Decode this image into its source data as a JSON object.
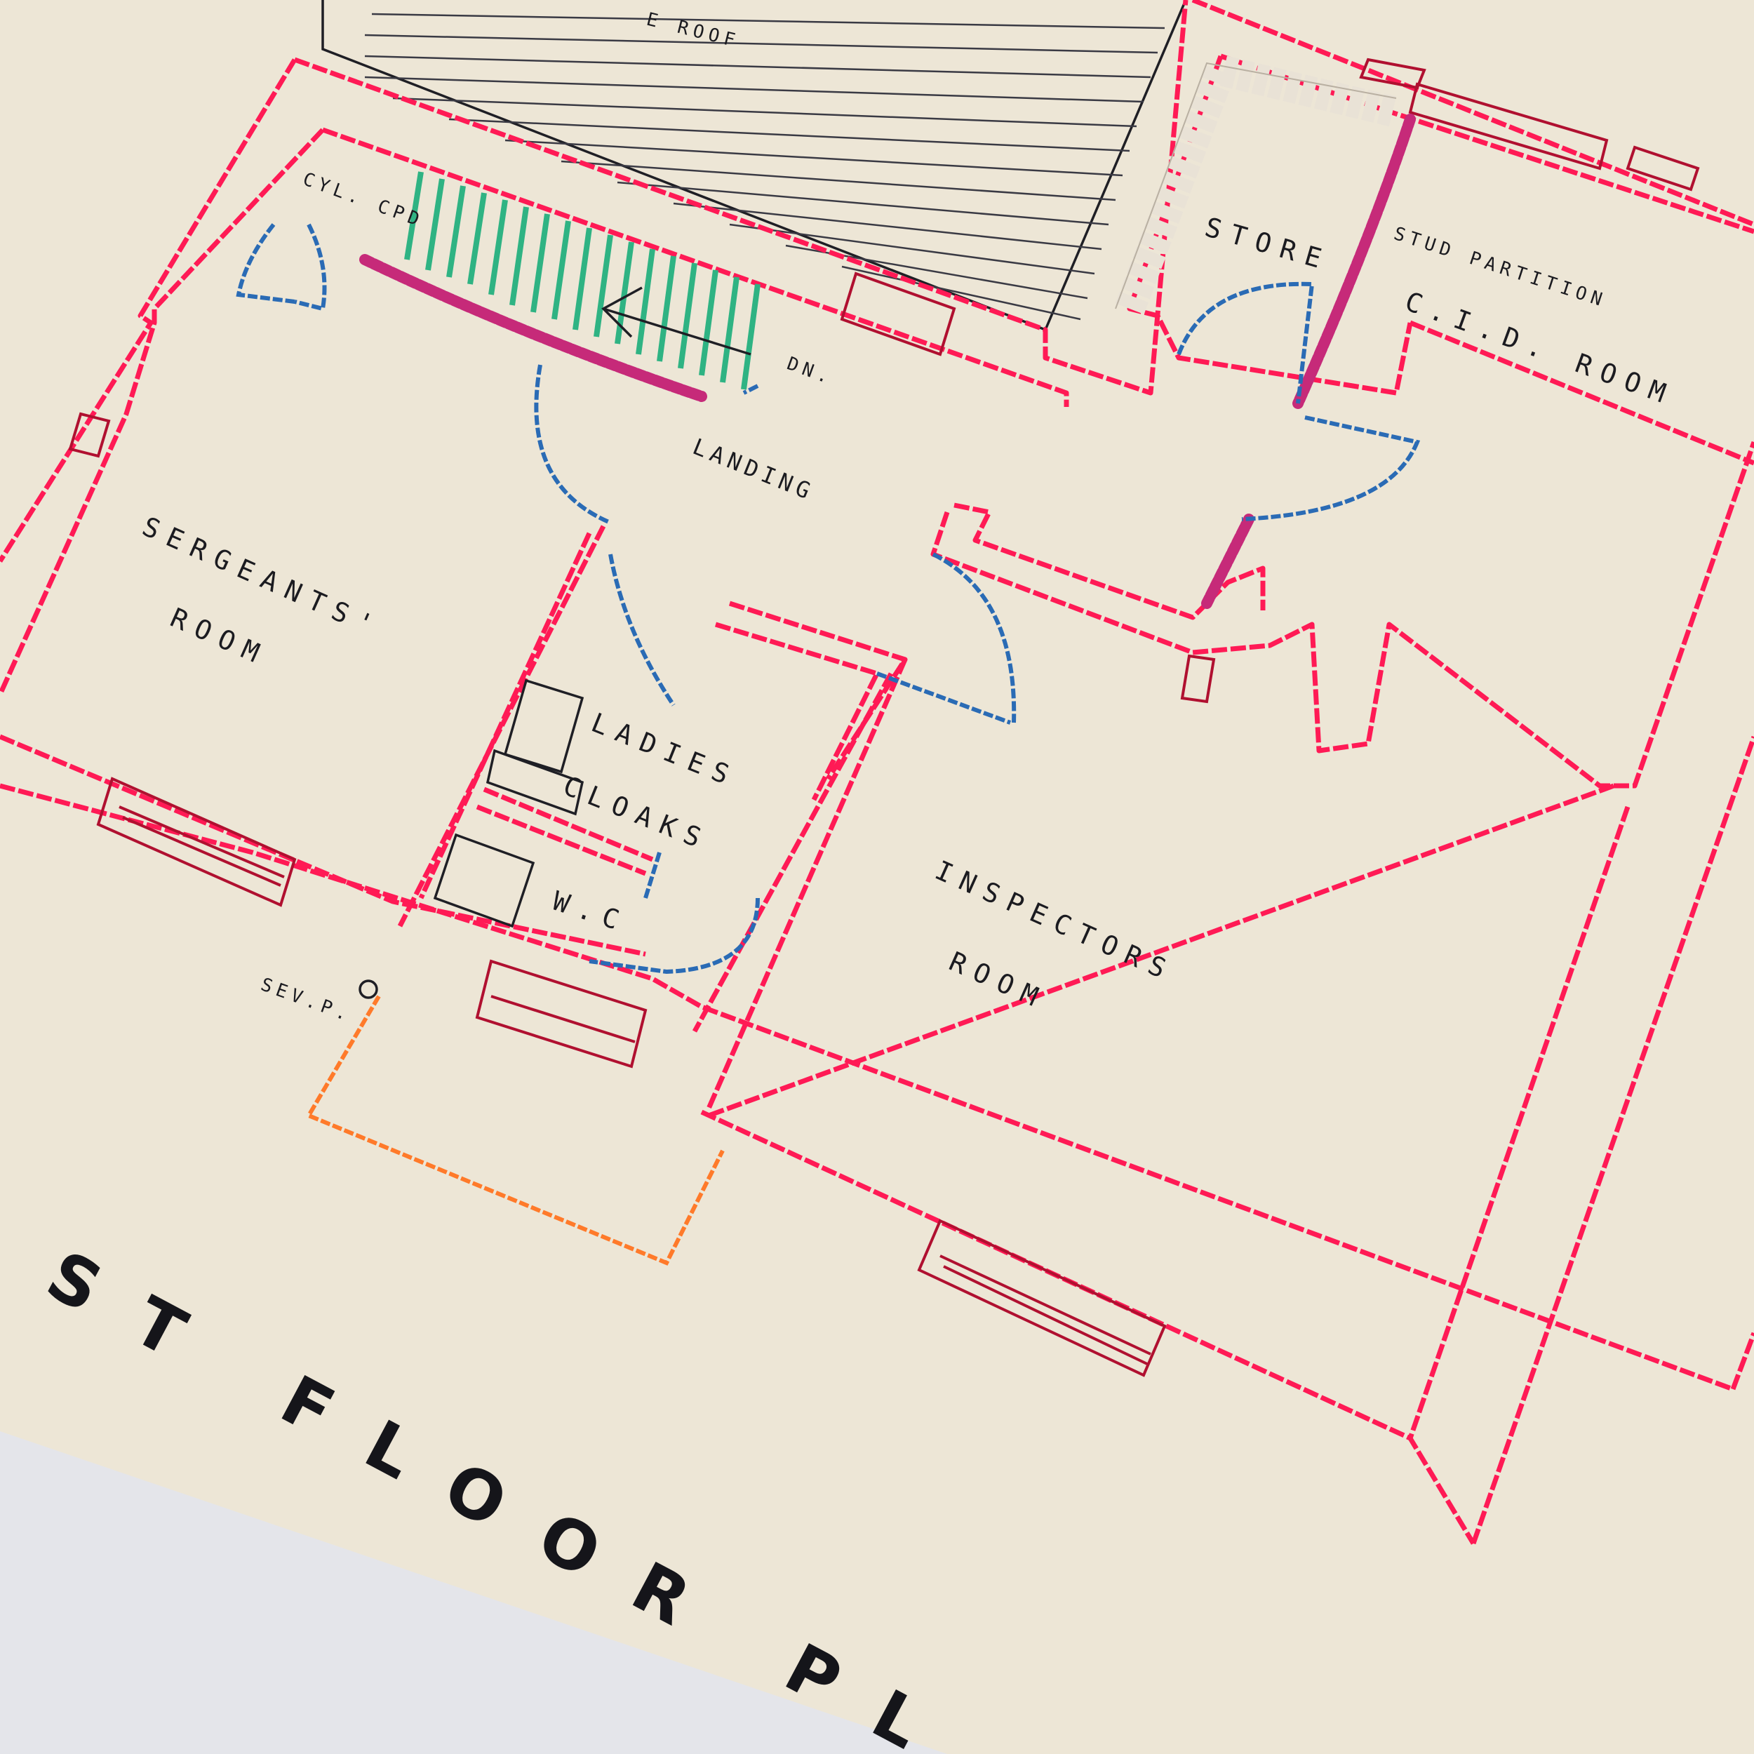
{
  "plan": {
    "title_fragment": "ST FLOOR PL",
    "partial_top_label": "E ROOF",
    "rooms": {
      "sergeants": [
        "SERGEANTS'",
        "ROOM"
      ],
      "inspectors": [
        "INSPECTORS",
        "ROOM"
      ],
      "cid": [
        "C.I.D. ROOM"
      ],
      "store": "STORE",
      "ladies": [
        "LADIES",
        "CLOAKS"
      ],
      "wc": "W.C",
      "landing": "LANDING"
    },
    "notes": {
      "cyl_cpd": "CYL. CPD",
      "dn": "DN.",
      "stud_partition": "STUD PARTITION",
      "sev_p": "SEV.P."
    }
  },
  "colors": {
    "wall_thread": "#ff1a55",
    "door_thread": "#2a6bb5",
    "stair_thread": "#2fb383",
    "partition_thread": "#c62a79",
    "bay_thread": "#ff7a2a",
    "paper": "#ede6d6"
  }
}
